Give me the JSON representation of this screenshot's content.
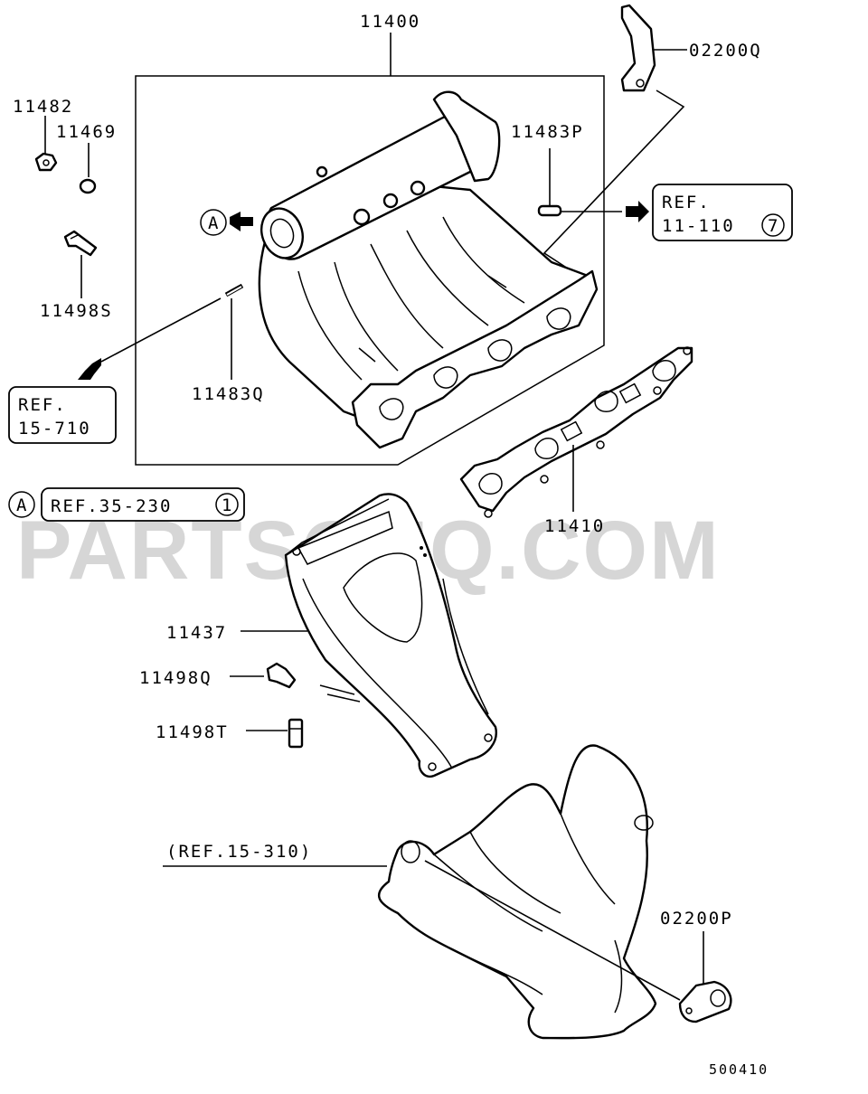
{
  "watermark": "PARTSOUQ.COM",
  "figure_id": "500410",
  "parts": {
    "p11400": "11400",
    "p02200Q": "02200Q",
    "p11482": "11482",
    "p11469": "11469",
    "p11483P": "11483P",
    "p11498S": "11498S",
    "p11483Q": "11483Q",
    "p11410": "11410",
    "p11437": "11437",
    "p11498Q": "11498Q",
    "p11498T": "11498T",
    "p02200P": "02200P"
  },
  "refs": {
    "ref_11_110": {
      "line1": "REF.",
      "line2": "11-110",
      "circle": "7"
    },
    "ref_15_710": {
      "line1": "REF.",
      "line2": "15-710"
    },
    "ref_35_230": {
      "text": "REF.35-230",
      "circle": "1",
      "marker": "A"
    },
    "ref_15_310": "(REF.15-310)",
    "marker_a": "A"
  }
}
